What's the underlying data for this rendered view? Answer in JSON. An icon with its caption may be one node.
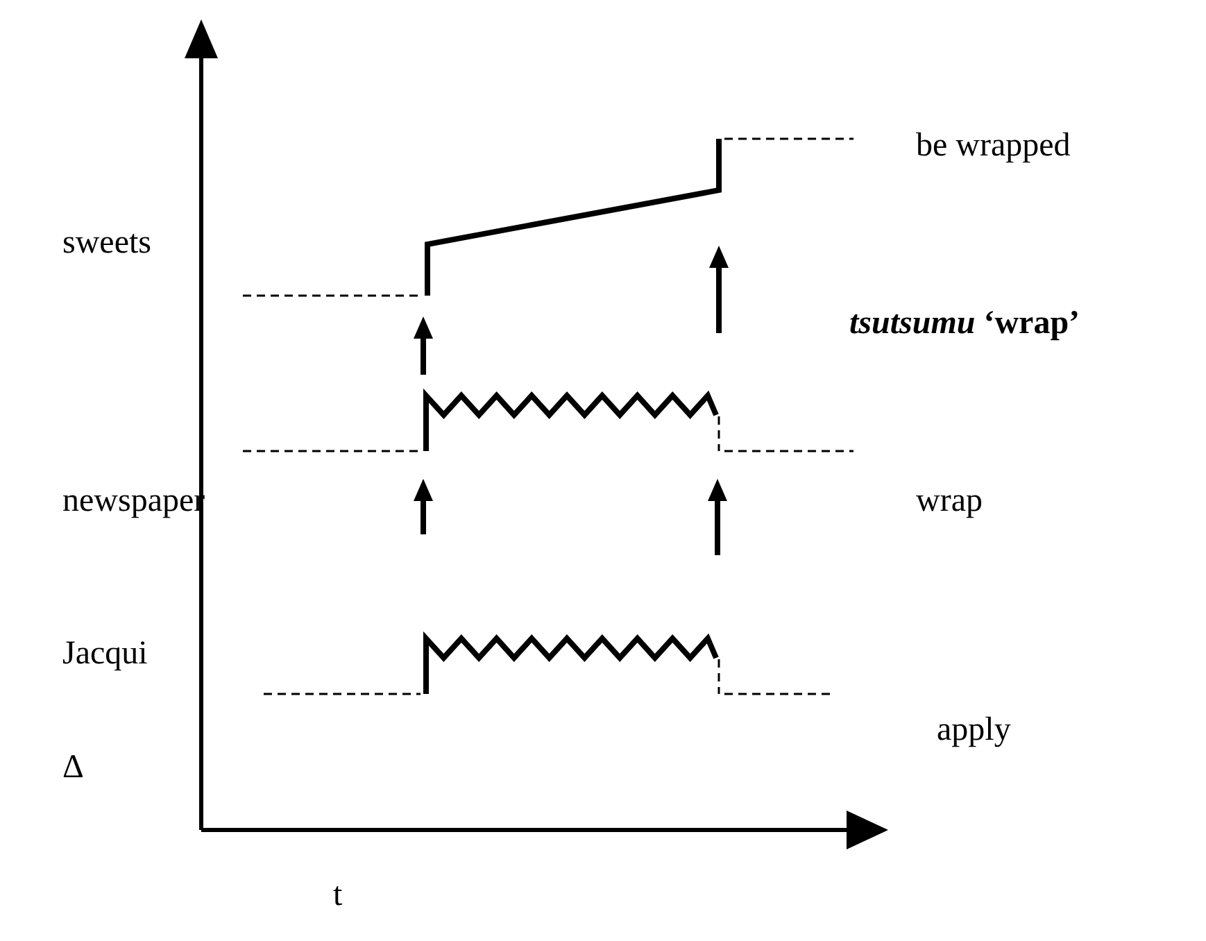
{
  "diagram": {
    "labels": [
      "sweets",
      "be wrapped",
      "*tsutsumu* ‘wrap’",
      "newspaper",
      "wrap",
      "Jacqui",
      "apply",
      "Δ",
      "t"
    ]
  }
}
